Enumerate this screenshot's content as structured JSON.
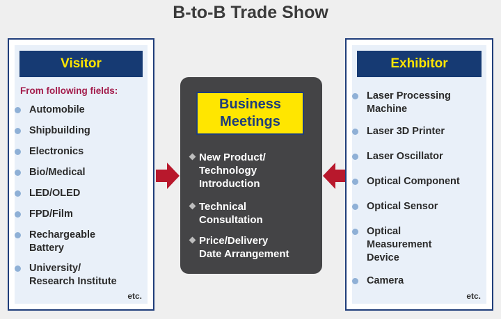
{
  "title": "B-to-B Trade Show",
  "visitor": {
    "header": "Visitor",
    "subheading": "From following fields:",
    "items": [
      [
        "Automobile"
      ],
      [
        "Shipbuilding"
      ],
      [
        "Electronics"
      ],
      [
        "Bio/Medical"
      ],
      [
        "LED/OLED"
      ],
      [
        "FPD/Film"
      ],
      [
        "Rechargeable",
        "Battery"
      ],
      [
        "University/",
        "Research Institute"
      ]
    ],
    "etc": "etc."
  },
  "center": {
    "header": [
      "Business",
      "Meetings"
    ],
    "items": [
      [
        "New Product/",
        "Technology",
        "Introduction"
      ],
      [
        "Technical",
        "Consultation"
      ],
      [
        "Price/Delivery",
        "Date Arrangement"
      ]
    ]
  },
  "exhibitor": {
    "header": "Exhibitor",
    "items": [
      [
        "Laser Processing",
        "Machine"
      ],
      [
        "Laser 3D Printer"
      ],
      [
        "Laser Oscillator"
      ],
      [
        "Optical Component"
      ],
      [
        "Optical Sensor"
      ],
      [
        "Optical",
        "Measurement",
        "Device"
      ],
      [
        "Camera"
      ]
    ],
    "etc": "etc."
  },
  "colors": {
    "navy": "#163a73",
    "yellow": "#ffe500",
    "arrow_red": "#b8182c",
    "bullet_blue": "#8fb0d6",
    "subhead_red": "#a31c4b",
    "center_bg": "#444446"
  }
}
